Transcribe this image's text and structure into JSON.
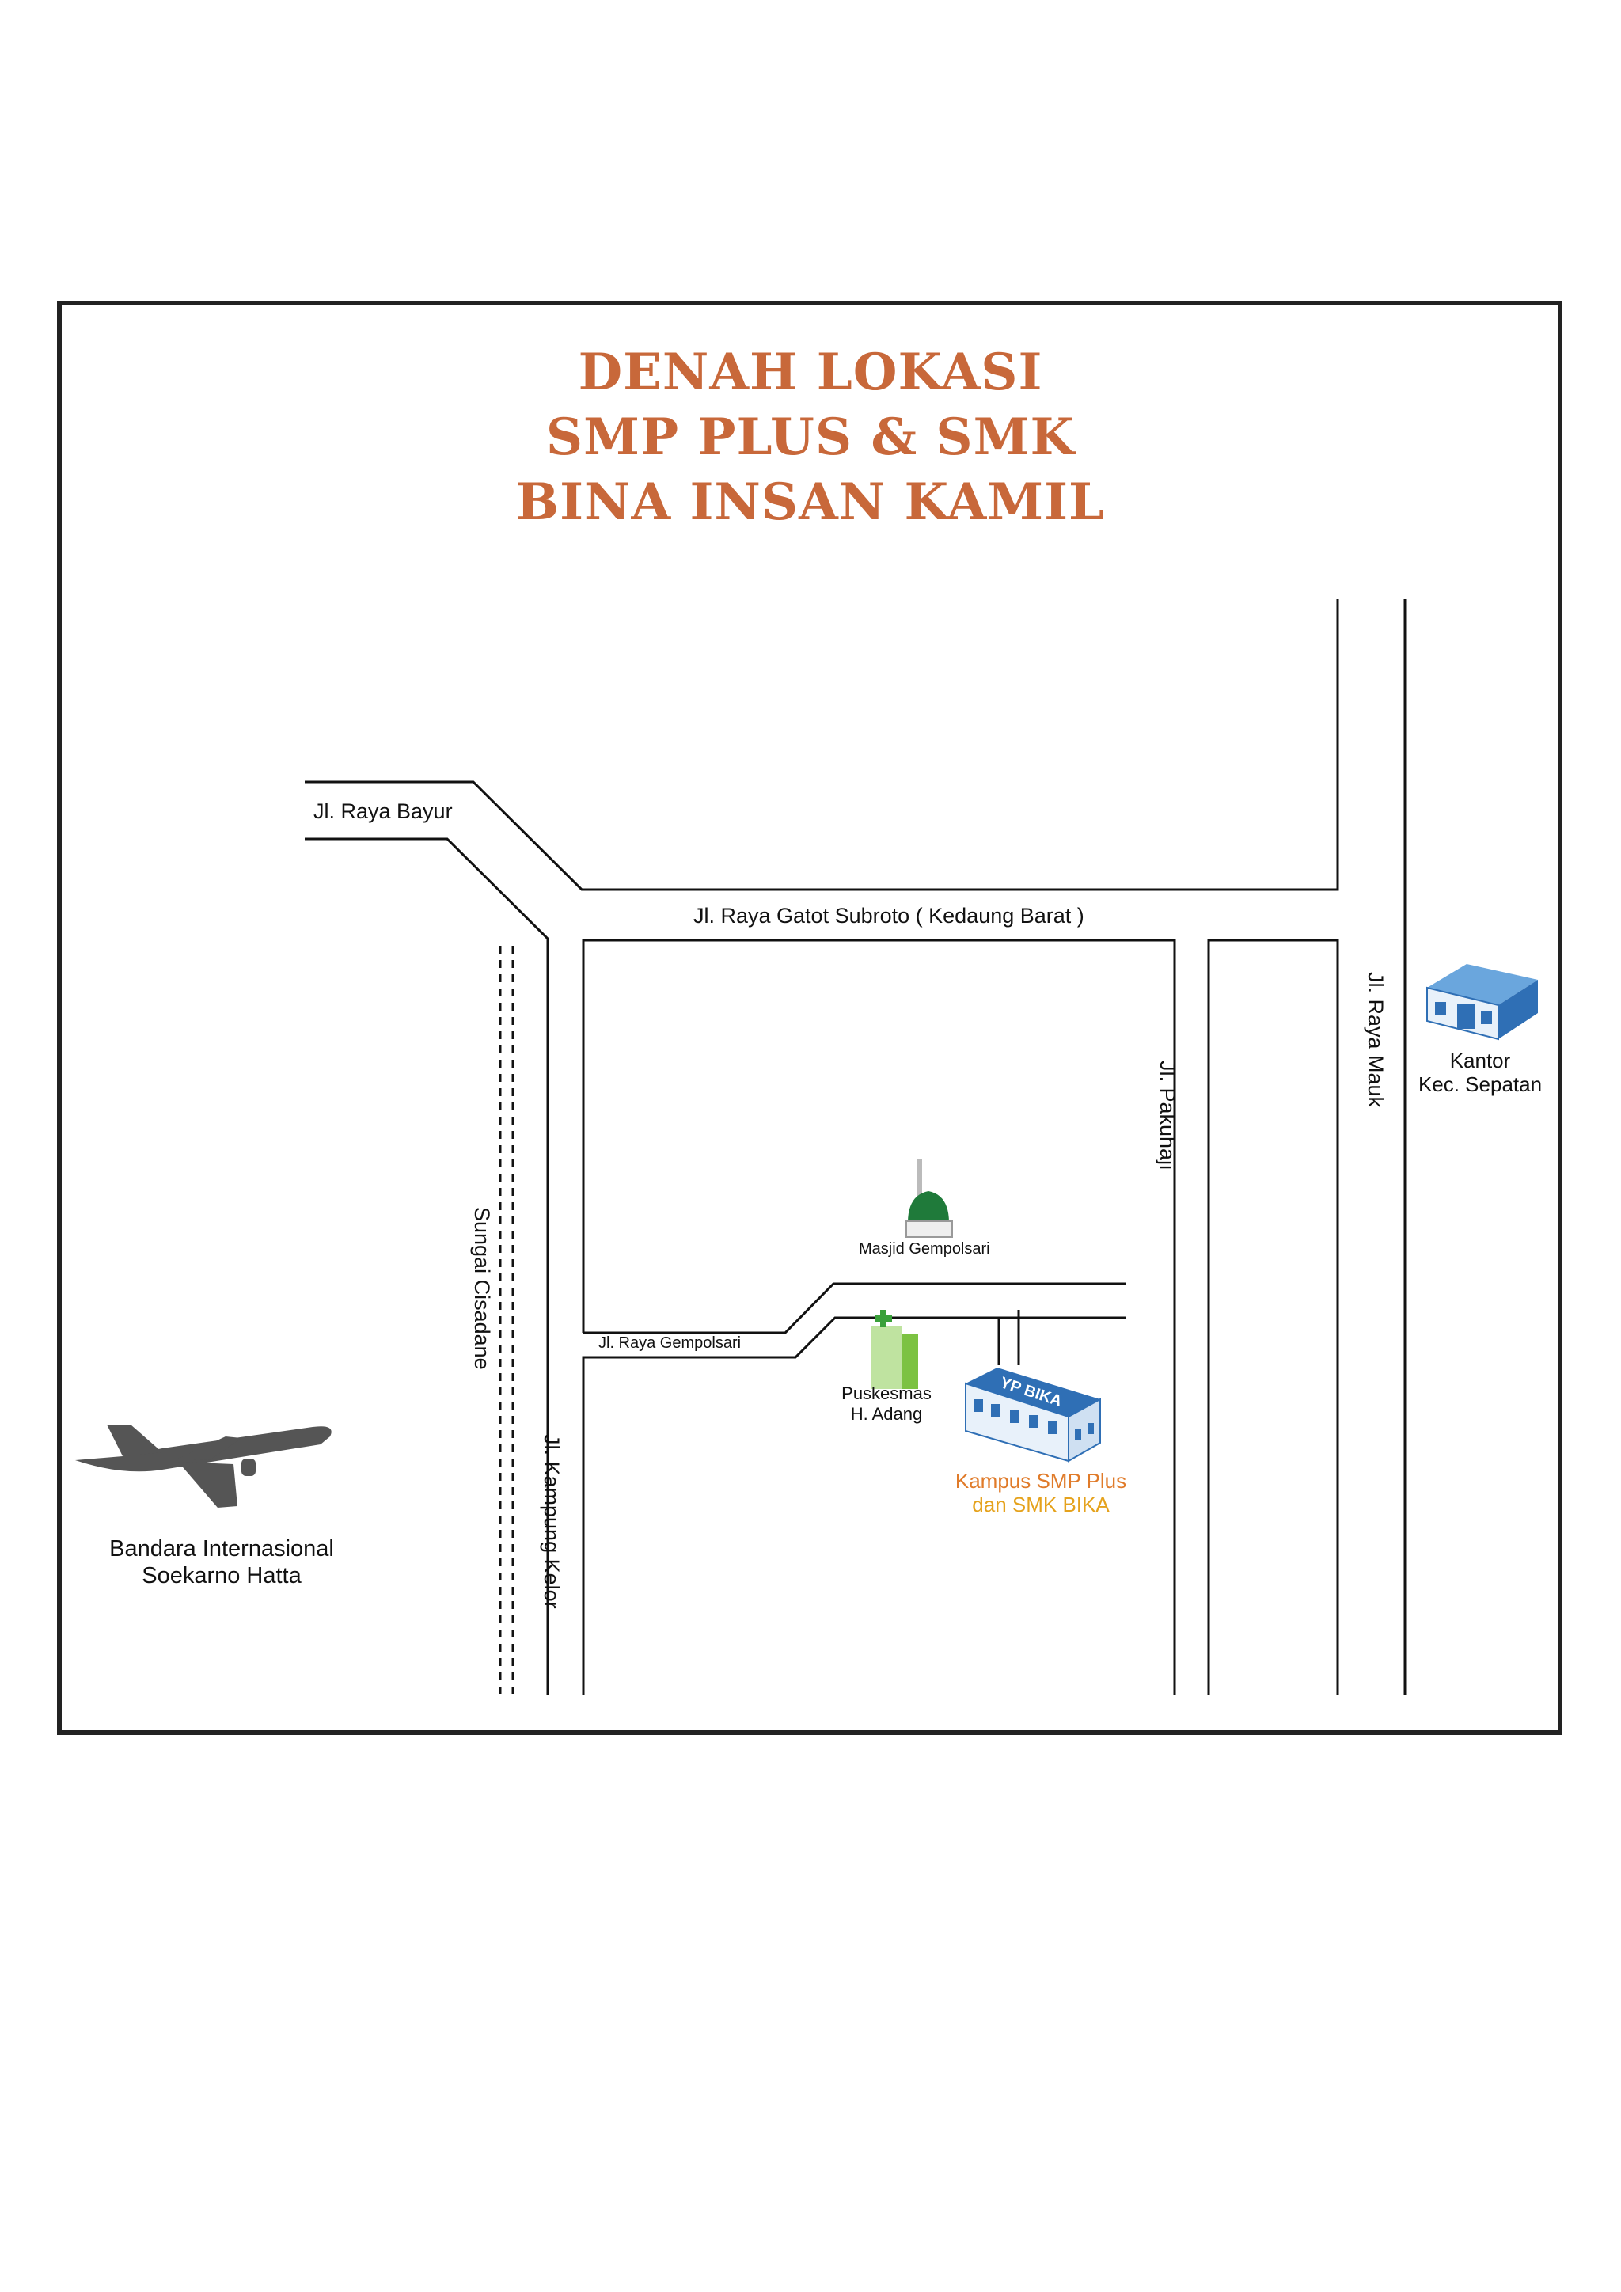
{
  "title": {
    "line1": "DENAH LOKASI",
    "line2": "SMP PLUS & SMK",
    "line3": "BINA INSAN KAMIL"
  },
  "roads": {
    "raya_bayur": "Jl. Raya Bayur",
    "gatot_subroto": "Jl. Raya Gatot Subroto ( Kedaung Barat )",
    "pakuhaji": "Jl. Pakuhaji",
    "raya_mauk": "Jl. Raya Mauk",
    "gempolsari": "Jl. Raya Gempolsari",
    "kampung_kelor": "Jl. Kampung Kelor",
    "sungai_cisadane": "Sungai Cisadane"
  },
  "places": {
    "kantor": [
      "Kantor",
      "Kec. Sepatan"
    ],
    "masjid": "Masjid Gempolsari",
    "puskesmas": [
      "Puskesmas",
      "H. Adang"
    ],
    "campus_sign": "YP BIKA",
    "campus": [
      "Kampus SMP Plus",
      "dan SMK BIKA"
    ],
    "bandara": [
      "Bandara Internasional",
      "Soekarno Hatta"
    ]
  },
  "colors": {
    "title": "#c8683a",
    "campus_line1": "#e07b2a",
    "campus_line2": "#e5a21c",
    "kantor_building": "#2f6fb5",
    "masjid_dome": "#1f7a3a",
    "puskesmas": "#7cc242",
    "airplane": "#555555"
  },
  "icons": {
    "kantor": "government-office-icon",
    "masjid": "mosque-icon",
    "puskesmas": "clinic-icon",
    "campus": "school-building-icon",
    "bandara": "airplane-icon"
  }
}
